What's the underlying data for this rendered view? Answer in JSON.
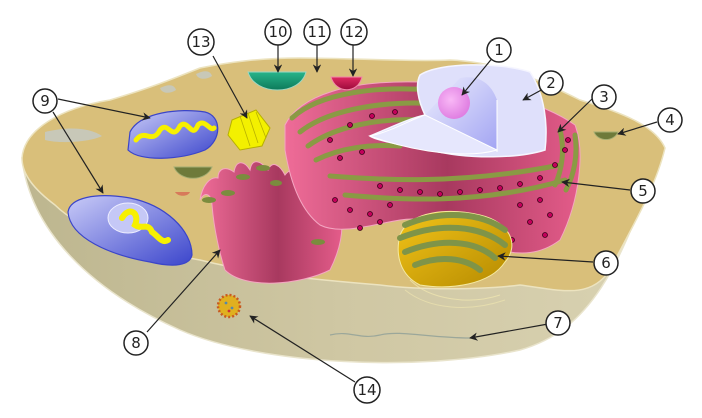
{
  "diagram": {
    "subject": "Animal cell (cutaway)",
    "labels": [
      {
        "id": 1,
        "text": "1",
        "part": "nucleolus"
      },
      {
        "id": 2,
        "text": "2",
        "part": "nucleus"
      },
      {
        "id": 3,
        "text": "3",
        "part": "ribosome"
      },
      {
        "id": 4,
        "text": "4",
        "part": "vesicle"
      },
      {
        "id": 5,
        "text": "5",
        "part": "rough endoplasmic reticulum"
      },
      {
        "id": 6,
        "text": "6",
        "part": "Golgi apparatus"
      },
      {
        "id": 7,
        "text": "7",
        "part": "cytoskeleton"
      },
      {
        "id": 8,
        "text": "8",
        "part": "smooth endoplasmic reticulum"
      },
      {
        "id": 9,
        "text": "9",
        "part": "mitochondrion"
      },
      {
        "id": 10,
        "text": "10",
        "part": "vacuole"
      },
      {
        "id": 11,
        "text": "11",
        "part": "cytosol"
      },
      {
        "id": 12,
        "text": "12",
        "part": "lysosome"
      },
      {
        "id": 13,
        "text": "13",
        "part": "centriole"
      },
      {
        "id": 14,
        "text": "14",
        "part": "peroxisome"
      }
    ],
    "colors": {
      "cytoplasm_top": "#d9bf7a",
      "cell_body": "#d3cba8",
      "cell_shadow": "#bdb690",
      "er_pink": "#e0507e",
      "er_dark": "#a33a60",
      "er_green": "#8a9a44",
      "ribosome": "#c2005a",
      "nucleus": "#dfe0fb",
      "nucleus_inner": "#a9aaf5",
      "nucleolus": "#ee90ee",
      "mito_outer": "#4b55d8",
      "mito_inner": "#f7f000",
      "golgi_yellow": "#e6b800",
      "golgi_green": "#7f9448",
      "vacuole": "#1a9f78",
      "lysosome": "#c8124e",
      "vesicle": "#6e7a3a",
      "centriole": "#f3f000",
      "label_stroke": "#222222"
    }
  }
}
